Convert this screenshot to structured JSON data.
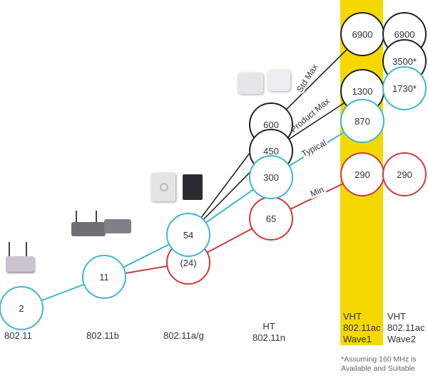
{
  "colors": {
    "typical": "#3fb6d3",
    "min": "#cf3a3a",
    "max": "#222222",
    "band": "#f5d800"
  },
  "standards": [
    {
      "id": "a",
      "label": "802.11"
    },
    {
      "id": "b",
      "label": "802.11b"
    },
    {
      "id": "ag",
      "label": "802.11a/g"
    },
    {
      "id": "n",
      "label": "HT\n802.11n"
    },
    {
      "id": "w1",
      "label": "VHT\n802.11ac\nWave1"
    },
    {
      "id": "w2",
      "label": "VHT\n802.11ac\nWave2"
    }
  ],
  "series_labels": {
    "std_max": "Std Max",
    "product_max": "Product Max",
    "typical": "Typical",
    "min": "Min"
  },
  "nodes": [
    {
      "std": "802.11",
      "series": "typical",
      "value": "2"
    },
    {
      "std": "802.11b",
      "series": "typical",
      "value": "11"
    },
    {
      "std": "802.11a/g",
      "series": "typical",
      "value": "54"
    },
    {
      "std": "802.11a/g",
      "series": "min",
      "value": "(24)"
    },
    {
      "std": "802.11n",
      "series": "std_max",
      "value": "600"
    },
    {
      "std": "802.11n",
      "series": "product_max",
      "value": "450"
    },
    {
      "std": "802.11n",
      "series": "typical",
      "value": "300"
    },
    {
      "std": "802.11n",
      "series": "min",
      "value": "65"
    },
    {
      "std": "Wave1",
      "series": "std_max",
      "value": "6900"
    },
    {
      "std": "Wave1",
      "series": "product_max",
      "value": "1300"
    },
    {
      "std": "Wave1",
      "series": "typical",
      "value": "870"
    },
    {
      "std": "Wave1",
      "series": "min",
      "value": "290"
    },
    {
      "std": "Wave2",
      "series": "std_max",
      "value": "6900"
    },
    {
      "std": "Wave2",
      "series": "product_max",
      "value": "3500*"
    },
    {
      "std": "Wave2",
      "series": "typical",
      "value": "1730*"
    },
    {
      "std": "Wave2",
      "series": "min",
      "value": "290"
    }
  ],
  "footnote": "*Assuming 160 MHz is\nAvailable and Suitable"
}
